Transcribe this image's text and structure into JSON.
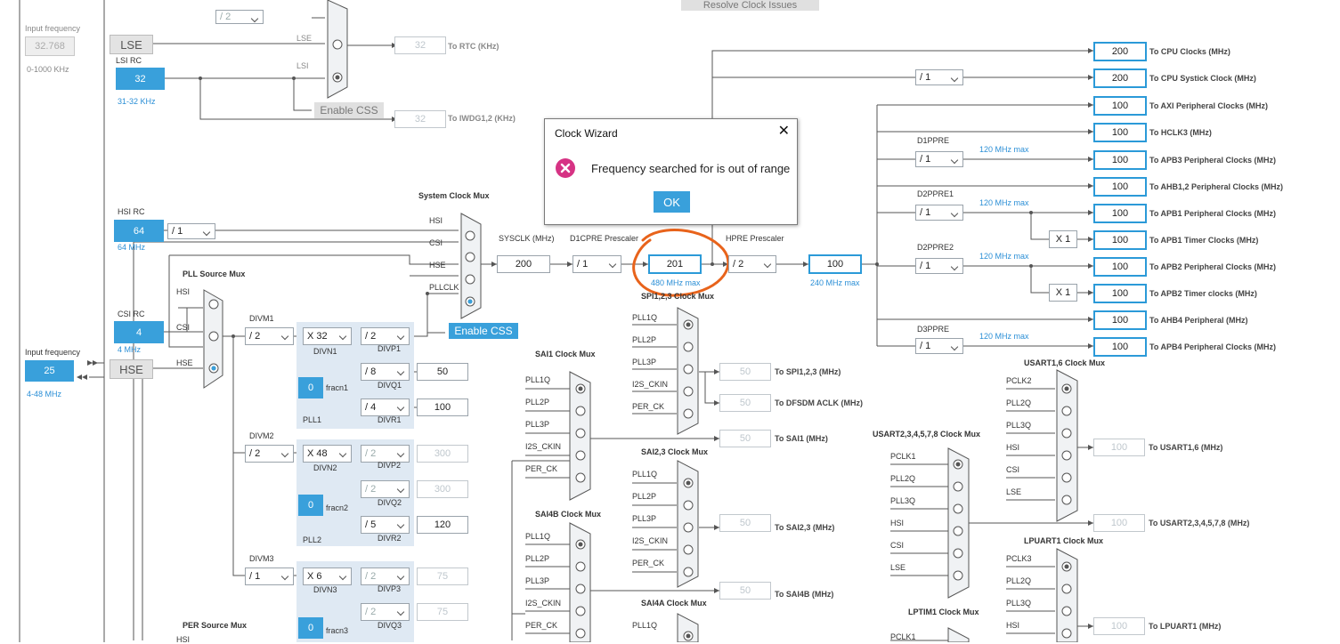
{
  "toolbar": {
    "resolve_label": "Resolve Clock Issues"
  },
  "dialog": {
    "title": "Clock Wizard",
    "message": "Frequency searched for is out of range",
    "ok_label": "OK",
    "close_glyph": "✕",
    "icon": "error-x-icon",
    "icon_color": "#d63384"
  },
  "accent_color": "#39a0db",
  "annotation_color": "#e8631b",
  "lse": {
    "input_caption": "Input frequency",
    "input_value": "32.768",
    "range": "0-1000 KHz",
    "label": "LSE",
    "mux_lse": "LSE",
    "mux_lsi": "LSI",
    "enable_css": "Enable CSS",
    "rtc_value": "32",
    "rtc_label": "To RTC (KHz)",
    "iwdg_value": "32",
    "iwdg_label": "To IWDG1,2 (KHz)",
    "top_select": "/ 2"
  },
  "lsi": {
    "caption": "LSI RC",
    "value": "32",
    "range": "31-32 KHz"
  },
  "hsi": {
    "caption": "HSI RC",
    "value": "64",
    "range": "64 MHz",
    "divider": "/ 1"
  },
  "csi": {
    "caption": "CSI RC",
    "value": "4",
    "range": "4 MHz"
  },
  "hse": {
    "caption": "Input frequency",
    "value": "25",
    "range": "4-48 MHz",
    "label": "HSE"
  },
  "pll_source_mux": {
    "title": "PLL Source Mux",
    "hsi": "HSI",
    "csi": "CSI",
    "hse": "HSE"
  },
  "system_clock_mux": {
    "title": "System Clock Mux",
    "hsi": "HSI",
    "csi": "CSI",
    "hse": "HSE",
    "pllclk": "PLLCLK",
    "enable_css": "Enable CSS"
  },
  "sysclk": {
    "caption": "SYSCLK (MHz)",
    "value": "200"
  },
  "d1cpre": {
    "caption": "D1CPRE Prescaler",
    "value": "/ 1"
  },
  "d1cpre_out": {
    "value": "201",
    "max": "480 MHz max"
  },
  "hpre": {
    "caption": "HPRE Prescaler",
    "value": "/ 2"
  },
  "hclk": {
    "value": "100",
    "max": "240 MHz max"
  },
  "outputs": [
    {
      "value": "200",
      "label": "To CPU Clocks (MHz)"
    },
    {
      "value": "200",
      "label": "To CPU Systick Clock (MHz)"
    },
    {
      "value": "100",
      "label": "To AXI Peripheral Clocks (MHz)"
    },
    {
      "value": "100",
      "label": "To HCLK3 (MHz)"
    },
    {
      "value": "100",
      "label": "To APB3 Peripheral Clocks (MHz)"
    },
    {
      "value": "100",
      "label": "To AHB1,2 Peripheral Clocks (MHz)"
    },
    {
      "value": "100",
      "label": "To APB1 Peripheral Clocks (MHz)"
    },
    {
      "value": "100",
      "label": "To APB1 Timer Clocks (MHz)"
    },
    {
      "value": "100",
      "label": "To APB2 Peripheral Clocks (MHz)"
    },
    {
      "value": "100",
      "label": "To APB2 Timer clocks (MHz)"
    },
    {
      "value": "100",
      "label": "To AHB4 Peripheral (MHz)"
    },
    {
      "value": "100",
      "label": "To APB4 Peripheral Clocks (MHz)"
    }
  ],
  "systick_div": "/ 1",
  "d1ppre": {
    "caption": "D1PPRE",
    "value": "/ 1",
    "max": "120 MHz max"
  },
  "d2ppre1": {
    "caption": "D2PPRE1",
    "value": "/ 1",
    "max": "120 MHz max",
    "timer_mult": "X 1"
  },
  "d2ppre2": {
    "caption": "D2PPRE2",
    "value": "/ 1",
    "max": "120 MHz max",
    "timer_mult": "X 1"
  },
  "d3ppre": {
    "caption": "D3PPRE",
    "value": "/ 1",
    "max": "120 MHz max"
  },
  "pll1": {
    "divm_caption": "DIVM1",
    "divm": "/ 2",
    "divn": "X 32",
    "divn_caption": "DIVN1",
    "divp": "/ 2",
    "divp_caption": "DIVP1",
    "divq": "/ 8",
    "divq_caption": "DIVQ1",
    "q_out": "50",
    "divr": "/ 4",
    "divr_caption": "DIVR1",
    "r_out": "100",
    "fracn": "0",
    "fracn_caption": "fracn1",
    "name": "PLL1"
  },
  "pll2": {
    "divm_caption": "DIVM2",
    "divm": "/ 2",
    "divn": "X 48",
    "divn_caption": "DIVN2",
    "divp": "/ 2",
    "divp_caption": "DIVP2",
    "p_out": "300",
    "divq": "/ 2",
    "divq_caption": "DIVQ2",
    "q_out": "300",
    "divr": "/ 5",
    "divr_caption": "DIVR2",
    "r_out": "120",
    "fracn": "0",
    "fracn_caption": "fracn2",
    "name": "PLL2"
  },
  "pll3": {
    "divm_caption": "DIVM3",
    "divm": "/ 1",
    "divn": "X 6",
    "divn_caption": "DIVN3",
    "divp": "/ 2",
    "divp_caption": "DIVP3",
    "p_out": "75",
    "divq": "/ 2",
    "divq_caption": "DIVQ3",
    "q_out": "75",
    "fracn": "0",
    "fracn_caption": "fracn3"
  },
  "per_source_mux": {
    "title": "PER Source Mux",
    "first": "HSI"
  },
  "spi123_mux": {
    "title": "SPI1,2,3 Clock Mux",
    "inputs": [
      "PLL1Q",
      "PLL2P",
      "PLL3P",
      "I2S_CKIN",
      "PER_CK"
    ],
    "spi_value": "50",
    "spi_label": "To SPI1,2,3 (MHz)",
    "dfsdm_value": "50",
    "dfsdm_label": "To DFSDM ACLK (MHz)"
  },
  "sai1_mux": {
    "title": "SAI1 Clock Mux",
    "inputs": [
      "PLL1Q",
      "PLL2P",
      "PLL3P",
      "I2S_CKIN",
      "PER_CK"
    ],
    "value": "50",
    "label": "To SAI1 (MHz)"
  },
  "sai23_mux": {
    "title": "SAI2,3 Clock Mux",
    "inputs": [
      "PLL1Q",
      "PLL2P",
      "PLL3P",
      "I2S_CKIN",
      "PER_CK"
    ],
    "value": "50",
    "label": "To SAI2,3 (MHz)"
  },
  "sai4b_mux": {
    "title": "SAI4B Clock Mux",
    "inputs": [
      "PLL1Q",
      "PLL2P",
      "PLL3P",
      "I2S_CKIN",
      "PER_CK"
    ],
    "value": "50",
    "label": "To SAI4B (MHz)"
  },
  "sai4a_mux": {
    "title": "SAI4A Clock Mux",
    "first": "PLL1Q"
  },
  "usart16_mux": {
    "title": "USART1,6 Clock Mux",
    "inputs": [
      "PCLK2",
      "PLL2Q",
      "PLL3Q",
      "HSI",
      "CSI",
      "LSE"
    ],
    "value": "100",
    "label": "To USART1,6 (MHz)"
  },
  "usart2_mux": {
    "title": "USART2,3,4,5,7,8 Clock Mux",
    "inputs": [
      "PCLK1",
      "PLL2Q",
      "PLL3Q",
      "HSI",
      "CSI",
      "LSE"
    ],
    "value": "100",
    "label": "To USART2,3,4,5,7,8 (MHz)"
  },
  "lpuart1_mux": {
    "title": "LPUART1 Clock Mux",
    "inputs": [
      "PCLK3",
      "PLL2Q",
      "PLL3Q",
      "HSI"
    ],
    "value": "100",
    "label": "To LPUART1 (MHz)"
  },
  "lptim1_mux": {
    "title": "LPTIM1 Clock Mux",
    "first": "PCLK1"
  }
}
